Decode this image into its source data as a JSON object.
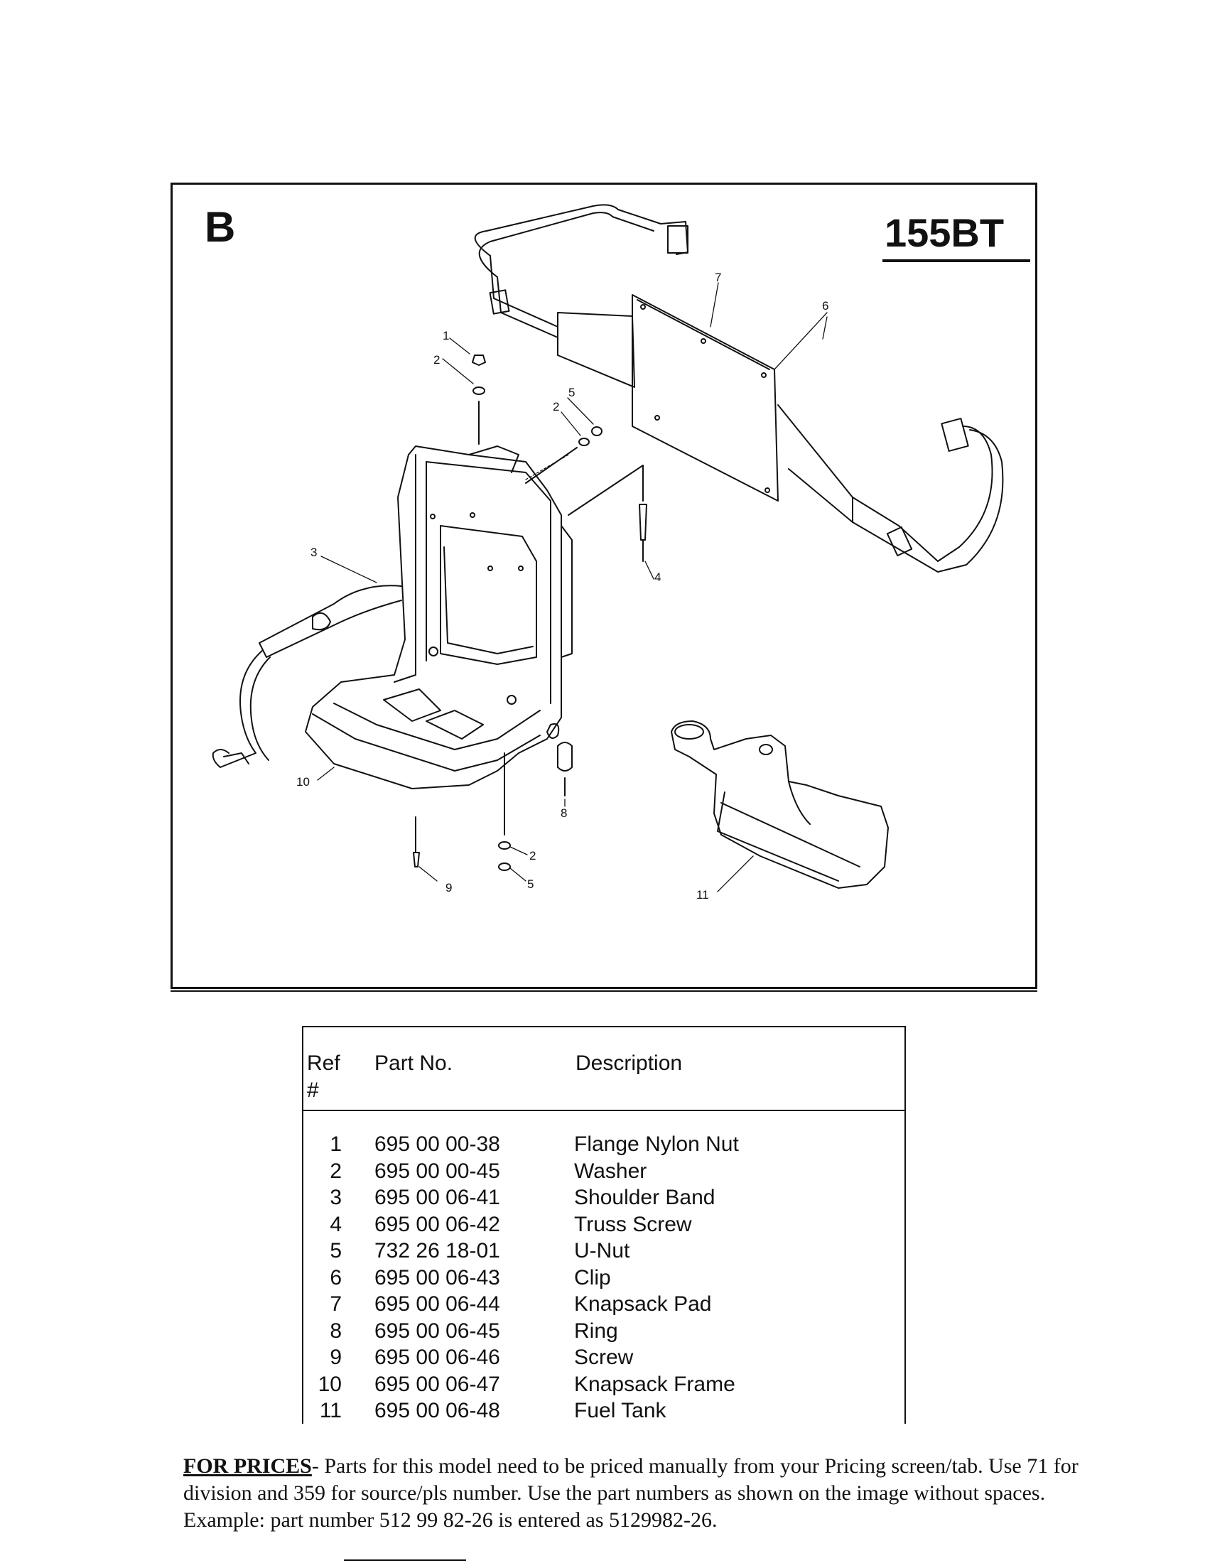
{
  "diagram": {
    "section_letter": "B",
    "model": "155BT",
    "callouts": [
      "1",
      "2",
      "5",
      "2",
      "7",
      "6",
      "3",
      "4",
      "10",
      "8",
      "9",
      "2",
      "5",
      "11"
    ]
  },
  "parts_table": {
    "headers": {
      "ref": "Ref\n#",
      "part_no": "Part No.",
      "description": "Description"
    },
    "rows": [
      {
        "ref": "1",
        "part_no": "695 00 00-38",
        "description": "Flange Nylon Nut"
      },
      {
        "ref": "2",
        "part_no": "695 00 00-45",
        "description": "Washer"
      },
      {
        "ref": "3",
        "part_no": "695 00 06-41",
        "description": "Shoulder Band"
      },
      {
        "ref": "4",
        "part_no": "695 00 06-42",
        "description": "Truss Screw"
      },
      {
        "ref": "5",
        "part_no": "732 26 18-01",
        "description": "U-Nut"
      },
      {
        "ref": "6",
        "part_no": "695 00 06-43",
        "description": "Clip"
      },
      {
        "ref": "7",
        "part_no": "695 00 06-44",
        "description": "Knapsack Pad"
      },
      {
        "ref": "8",
        "part_no": "695 00 06-45",
        "description": "Ring"
      },
      {
        "ref": "9",
        "part_no": "695 00 06-46",
        "description": "Screw"
      },
      {
        "ref": "10",
        "part_no": "695 00 06-47",
        "description": "Knapsack Frame"
      },
      {
        "ref": "11",
        "part_no": "695 00 06-48",
        "description": "Fuel Tank"
      }
    ]
  },
  "pricing_note": {
    "lead": "FOR PRICES",
    "text": "- Parts for this model need to be priced manually from your Pricing screen/tab. Use 71 for division and 359 for source/pls number.   Use the part numbers as shown on the image without spaces.  Example: part number 512 99 82-26 is entered as 5129982-26."
  }
}
